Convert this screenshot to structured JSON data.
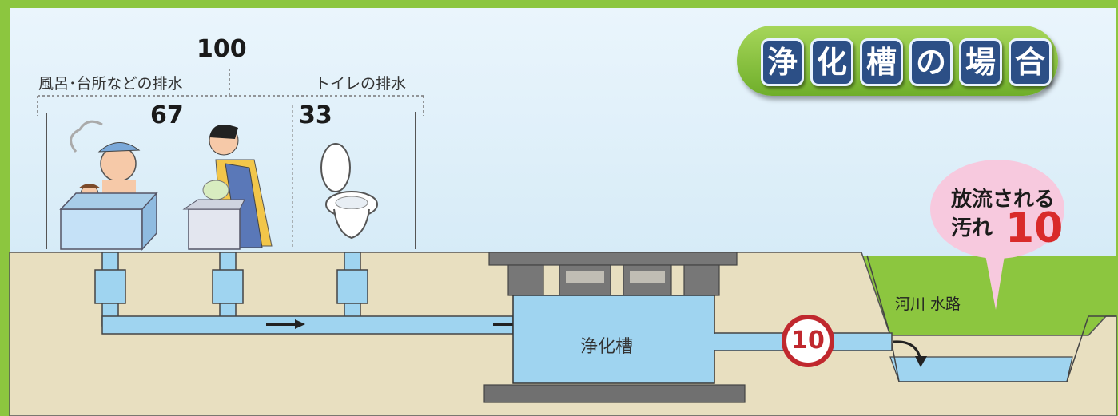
{
  "title": {
    "text": "浄化槽の場合",
    "chars": [
      "浄",
      "化",
      "槽",
      "の",
      "場",
      "合"
    ]
  },
  "total": {
    "label_left": "風呂･台所などの排水",
    "label_right": "トイレの排水",
    "total_value": "100",
    "bath_kitchen_value": "67",
    "toilet_value": "33"
  },
  "tank_label": "浄化槽",
  "river_label": "河川 水路",
  "discharge": {
    "label_line1": "放流される",
    "label_line2": "汚れ",
    "value": "10",
    "badge_value": "10"
  },
  "colors": {
    "frame_green": "#8cc63f",
    "sky_blue": "#e3f1fb",
    "ground": "#e8dfc0",
    "pipe_blue": "#9fd4f0",
    "tank_blue": "#9fd4f0",
    "title_navy": "#2c4f86",
    "bubble_pink": "#f7c9de",
    "accent_red": "#d92a2a"
  }
}
